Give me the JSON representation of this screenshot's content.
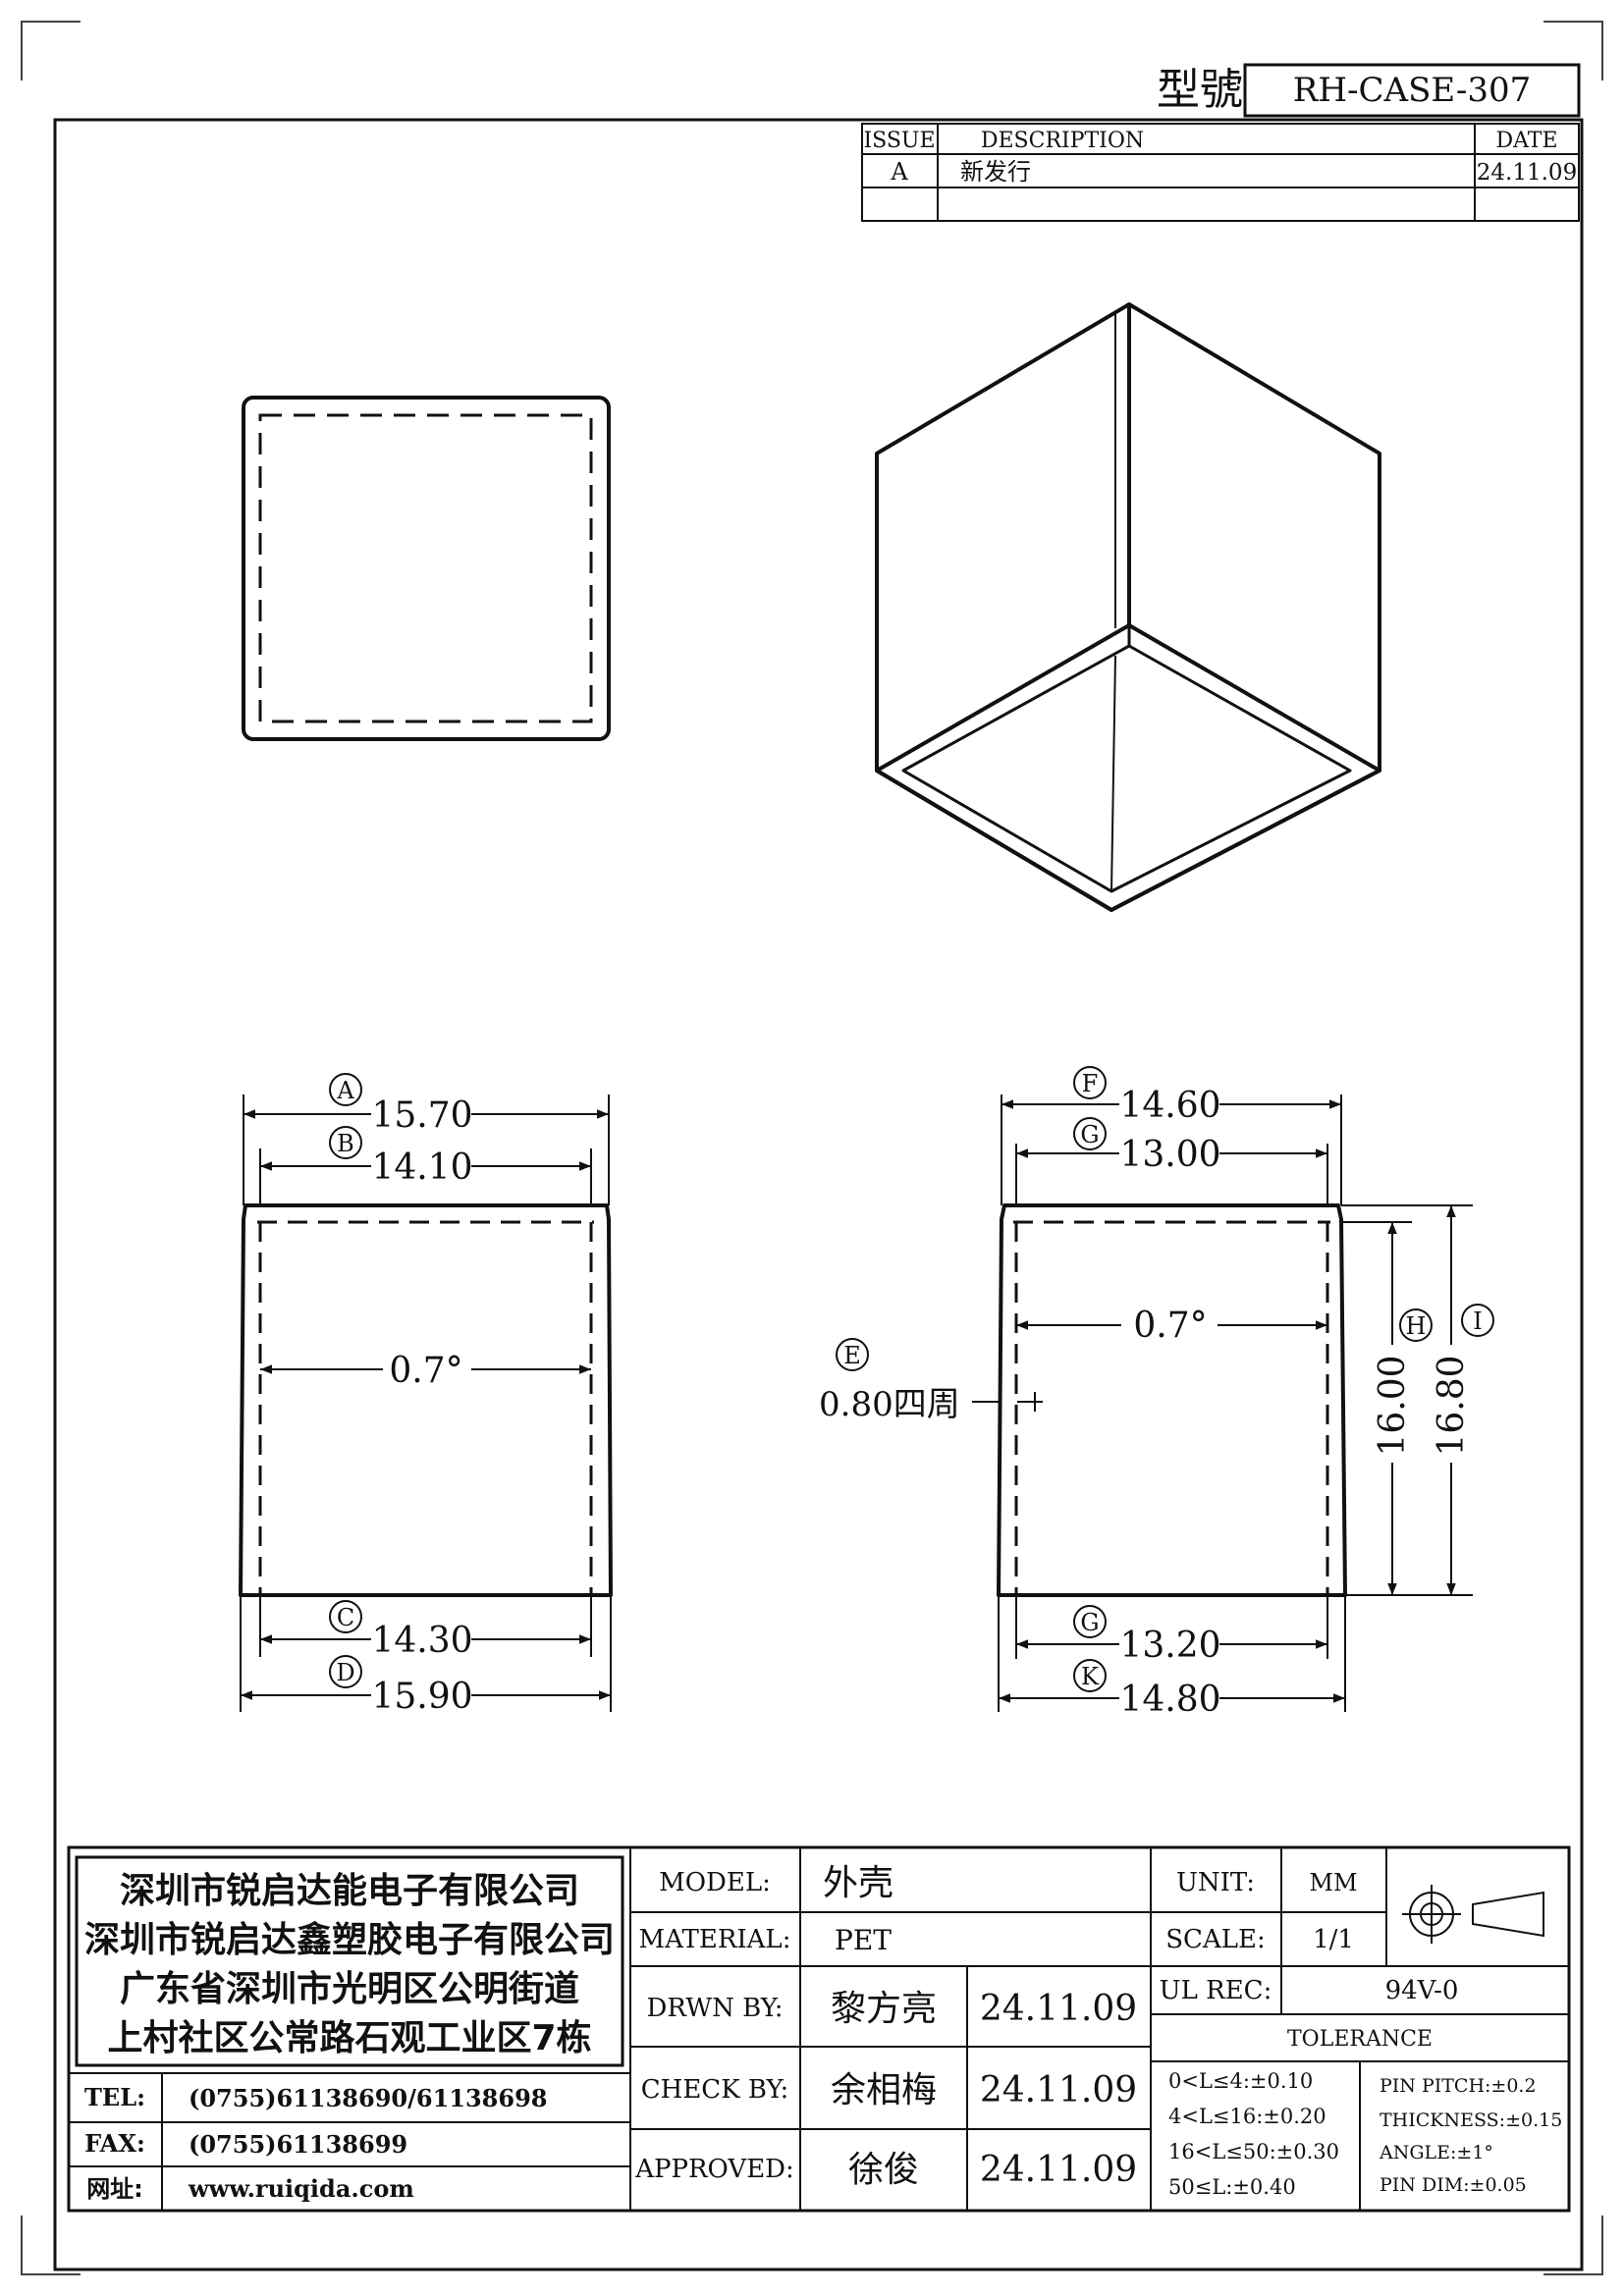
{
  "header": {
    "model_label": "型號",
    "model_number": "RH-CASE-307"
  },
  "revision_table": {
    "headers": {
      "issue": "ISSUE",
      "description": "DESCRIPTION",
      "date": "DATE"
    },
    "rows": [
      {
        "issue": "A",
        "description": "新发行",
        "date": "24.11.09"
      }
    ]
  },
  "drawing": {
    "dims": {
      "A": {
        "letter": "A",
        "value": "15.70"
      },
      "B": {
        "letter": "B",
        "value": "14.10"
      },
      "C": {
        "letter": "C",
        "value": "14.30"
      },
      "D": {
        "letter": "D",
        "value": "15.90"
      },
      "E": {
        "letter": "E",
        "value": "0.80四周"
      },
      "F": {
        "letter": "F",
        "value": "14.60"
      },
      "G_top": {
        "letter": "G",
        "value": "13.00"
      },
      "G_bottom": {
        "letter": "G",
        "value": "13.20"
      },
      "H": {
        "letter": "H",
        "value": "16.00"
      },
      "I": {
        "letter": "I",
        "value": "16.80"
      },
      "K": {
        "letter": "K",
        "value": "14.80"
      }
    },
    "draft_angle_left": "0.7°",
    "draft_angle_right": "0.7°"
  },
  "title_block": {
    "company": {
      "name1": "深圳市锐启达能电子有限公司",
      "name2": "深圳市锐启达鑫塑胶电子有限公司",
      "address1": "广东省深圳市光明区公明街道",
      "address2": "上村社区公常路石观工业区7栋"
    },
    "contact": {
      "tel_label": "TEL:",
      "tel": "(0755)61138690/61138698",
      "fax_label": "FAX:",
      "fax": "(0755)61138699",
      "web_label": "网址:",
      "web": "www.ruiqida.com"
    },
    "model_label": "MODEL:",
    "model_value": "外壳",
    "material_label": "MATERIAL:",
    "material_value": "PET",
    "drawn_label": "DRWN BY:",
    "drawn_name": "黎方亮",
    "drawn_date": "24.11.09",
    "check_label": "CHECK BY:",
    "check_name": "余相梅",
    "check_date": "24.11.09",
    "approved_label": "APPROVED:",
    "approved_name": "徐俊",
    "approved_date": "24.11.09",
    "unit_label": "UNIT:",
    "unit_value": "MM",
    "scale_label": "SCALE:",
    "scale_value": "1/1",
    "ul_label": "UL REC:",
    "ul_value": "94V-0",
    "tolerance_title": "TOLERANCE",
    "tolerance_left": [
      "0<L≤4:±0.10",
      "4<L≤16:±0.20",
      "16<L≤50:±0.30",
      "50≤L:±0.40"
    ],
    "tolerance_right": [
      "PIN PITCH:±0.2",
      "THICKNESS:±0.15",
      "ANGLE:±1°",
      "PIN DIM:±0.05"
    ]
  }
}
